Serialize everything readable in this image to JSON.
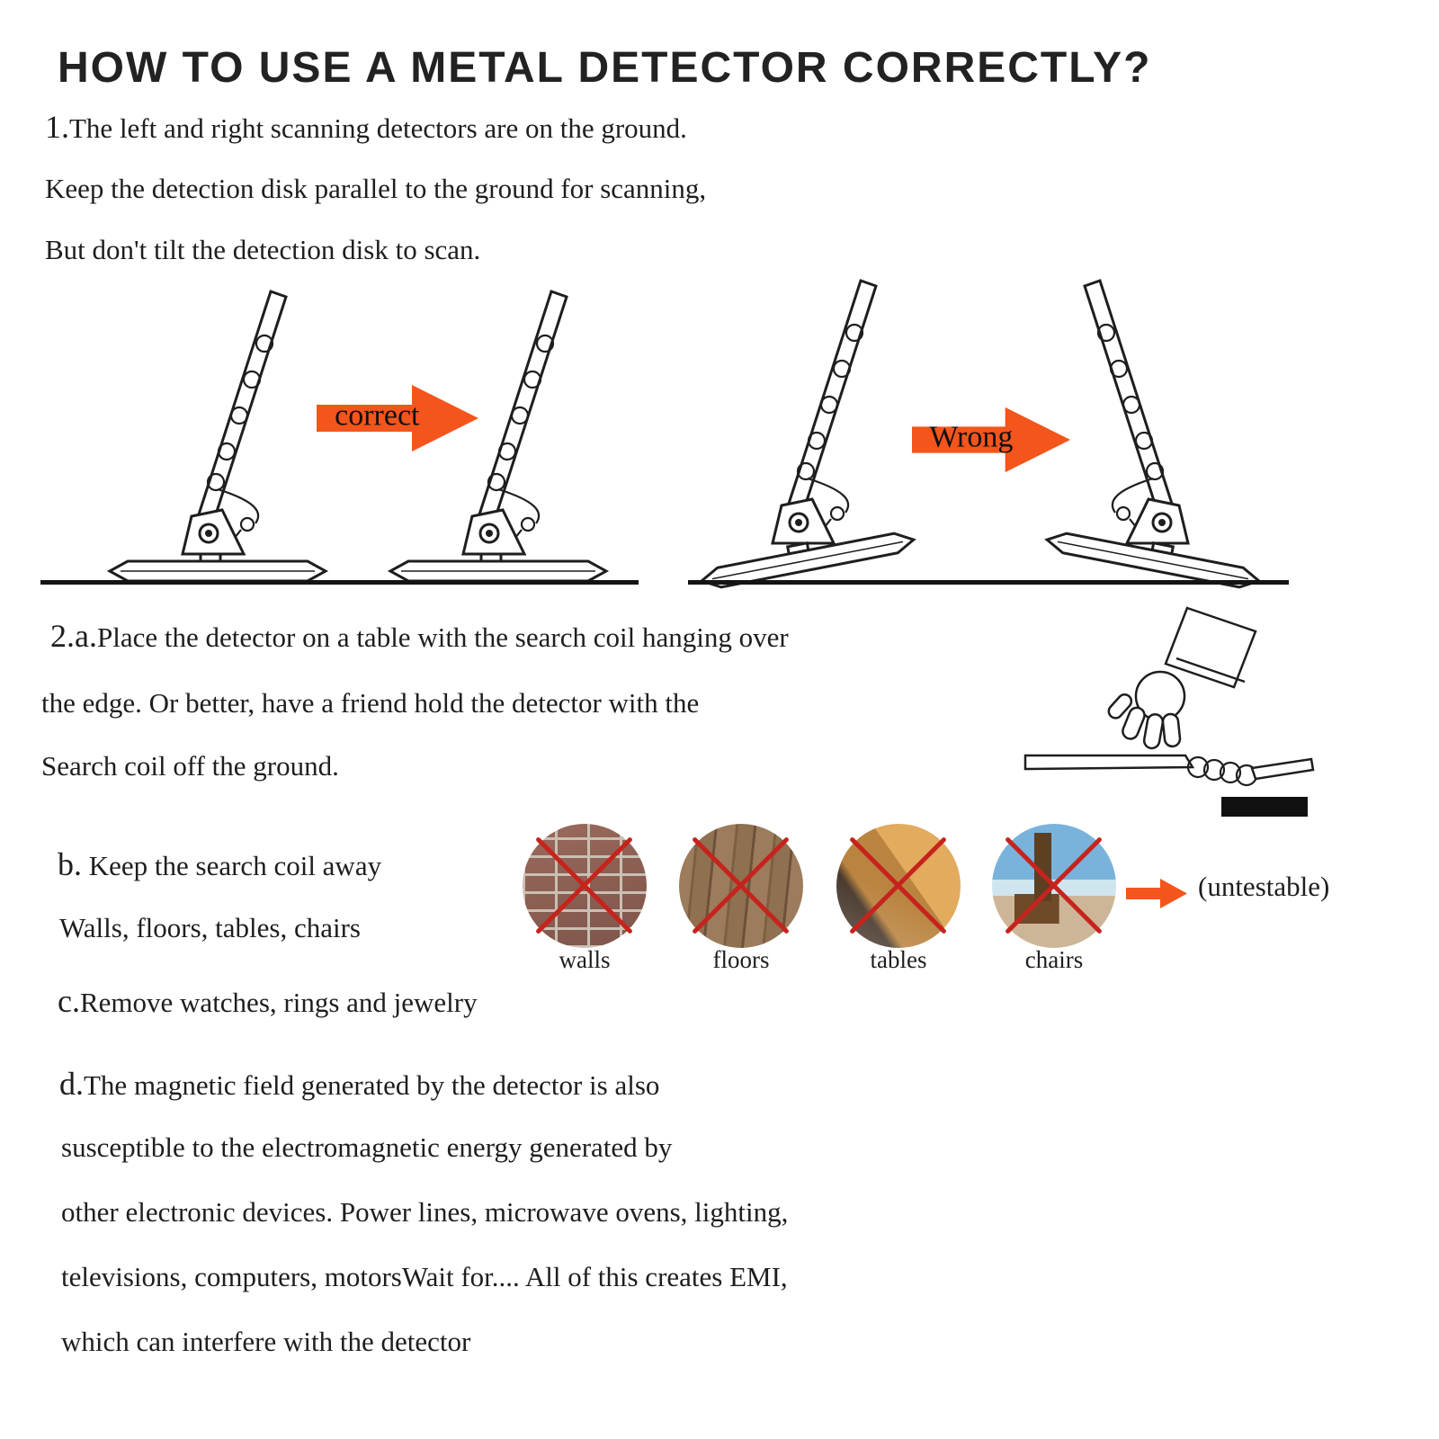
{
  "title": "HOW TO USE A METAL DETECTOR CORRECTLY?",
  "colors": {
    "arrow_orange": "#f4551c",
    "cross_red": "#c7231d",
    "ink": "#1e1e1e"
  },
  "section1": {
    "number": "1.",
    "line1": "The left and right scanning detectors are on the ground.",
    "line2": "Keep the detection disk parallel to the ground for scanning,",
    "line3": "But don't tilt the detection disk to scan.",
    "correct_label": "correct",
    "wrong_label": "Wrong"
  },
  "section2a": {
    "number": "2.a.",
    "line1": "Place the detector on a table with the search coil hanging over",
    "line2": "the edge. Or better, have a friend hold the detector with the",
    "line3": "Search coil off the ground."
  },
  "section_b": {
    "number": "b.",
    "line1": " Keep the search coil away",
    "line2": "Walls, floors, tables, chairs",
    "photo_labels": [
      "walls",
      "floors",
      "tables",
      "chairs"
    ],
    "untestable_label": "(untestable)"
  },
  "section_c": {
    "number": "c.",
    "text": "Remove watches, rings and jewelry"
  },
  "section_d": {
    "number": "d.",
    "line1": "The magnetic field generated by the detector is also",
    "line2": "susceptible to the electromagnetic energy generated by",
    "line3": "other electronic devices. Power lines, microwave ovens, lighting,",
    "line4": "televisions, computers, motorsWait for.... All of this creates EMI,",
    "line5": "which can interfere with the detector"
  }
}
